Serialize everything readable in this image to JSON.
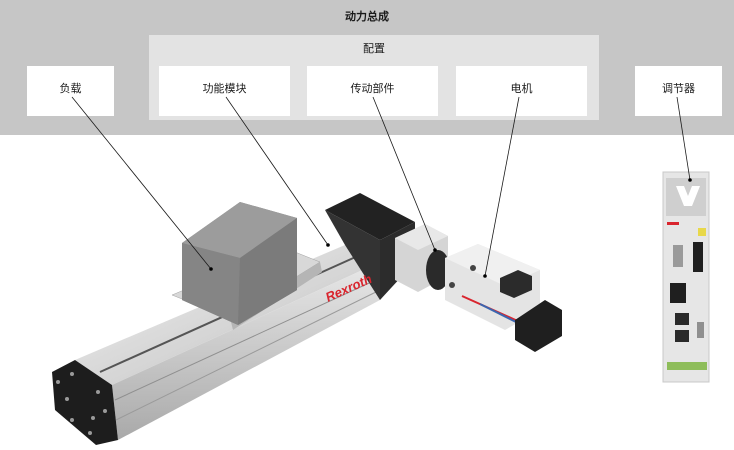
{
  "diagram": {
    "title": "动力总成",
    "config_group": {
      "title": "配置"
    },
    "components": [
      {
        "id": "load",
        "label": "负载"
      },
      {
        "id": "function_module",
        "label": "功能模块"
      },
      {
        "id": "transmission",
        "label": "传动部件"
      },
      {
        "id": "motor",
        "label": "电机"
      },
      {
        "id": "controller",
        "label": "调节器"
      }
    ],
    "product_branding": "Rexroth",
    "colors": {
      "outer_band": "#c6c6c6",
      "config_panel": "#e3e3e3",
      "box": "#ffffff",
      "brand_red": "#d9252e"
    }
  }
}
